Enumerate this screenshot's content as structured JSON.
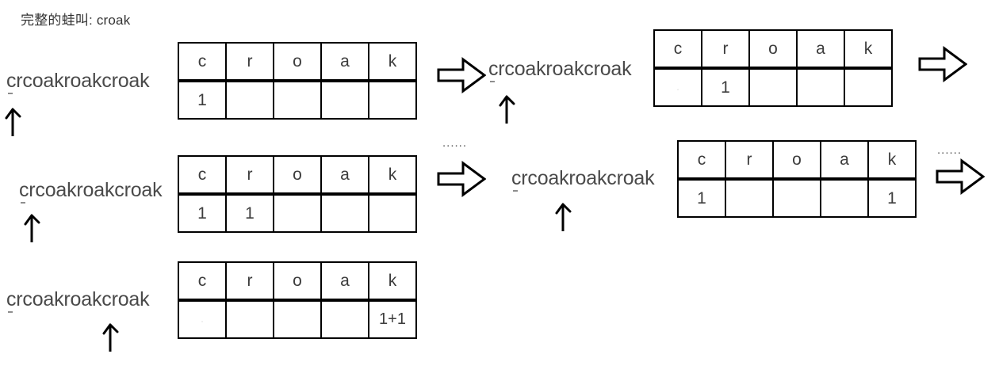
{
  "title": "完整的蛙叫: croak",
  "columns": [
    "c",
    "r",
    "o",
    "a",
    "k"
  ],
  "steps": [
    {
      "id": "step-1",
      "string": "crcoakroakcroak",
      "caret_index": 0,
      "counts": [
        "1",
        "",
        "",
        "",
        ""
      ]
    },
    {
      "id": "step-2",
      "string": "crcoakroakcroak",
      "caret_index": 1,
      "counts": [
        "",
        "1",
        "",
        "",
        ""
      ]
    },
    {
      "id": "step-3",
      "string": "crcoakroakcroak",
      "caret_index": 1,
      "counts": [
        "1",
        "1",
        "",
        "",
        ""
      ]
    },
    {
      "id": "step-4",
      "string": "crcoakroakcroak",
      "caret_index": 7,
      "counts": [
        "1",
        "",
        "",
        "",
        "1"
      ]
    },
    {
      "id": "step-5",
      "string": "crcoakroakcroak",
      "caret_index": 9,
      "counts": [
        "",
        "",
        "",
        "",
        "1+1"
      ]
    }
  ],
  "ellipsis": {
    "middle": "......",
    "right": "......"
  },
  "icons": {
    "flow_arrow": "right-block-arrow",
    "pointer": "up-caret-arrow"
  }
}
